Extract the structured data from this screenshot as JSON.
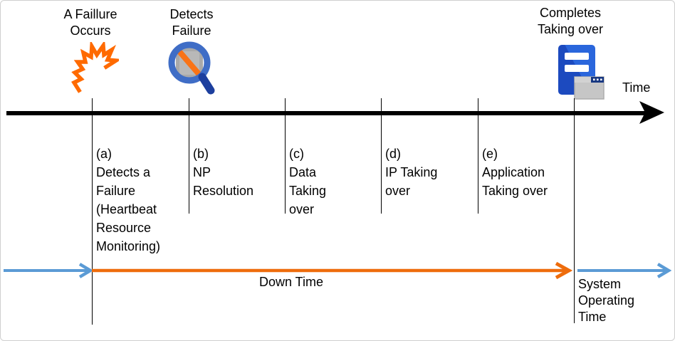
{
  "events": {
    "failure_occurs": {
      "label": "A Faillure\nOccurs",
      "icon": "spark-icon"
    },
    "detects_failure": {
      "label": "Detects\nFailure",
      "icon": "magnifier-slash-icon"
    },
    "completes_taking_over": {
      "label": "Completes\nTaking over",
      "icon": "server-window-icon"
    }
  },
  "axis": {
    "label": "Time"
  },
  "phases": [
    {
      "key": "a",
      "label": "(a)\nDetects a\n Failure\n(Heartbeat\nResource\nMonitoring)"
    },
    {
      "key": "b",
      "label": "(b)\nNP\nResolution"
    },
    {
      "key": "c",
      "label": "(c)\nData\nTaking\nover"
    },
    {
      "key": "d",
      "label": "(d)\nIP Taking\nover"
    },
    {
      "key": "e",
      "label": "(e)\nApplication\nTaking over"
    }
  ],
  "spans": {
    "down_time": "Down Time",
    "system_operating_time": "System\nOperating\nTime"
  },
  "colors": {
    "timeline_black": "#000000",
    "blue_arrow": "#5B9BD5",
    "orange_arrow": "#EE6C0C",
    "spark_orange": "#FF6A00",
    "magnifier_ring_blue": "#3F6DC6",
    "magnifier_handle_navy": "#1D3F9E",
    "magnifier_lens_gray": "#A9A9A9",
    "server_blue_light": "#2A66DC",
    "server_blue_dark": "#1C4ABF",
    "window_gray": "#C6C6C6",
    "window_tab_navy": "#173781"
  }
}
